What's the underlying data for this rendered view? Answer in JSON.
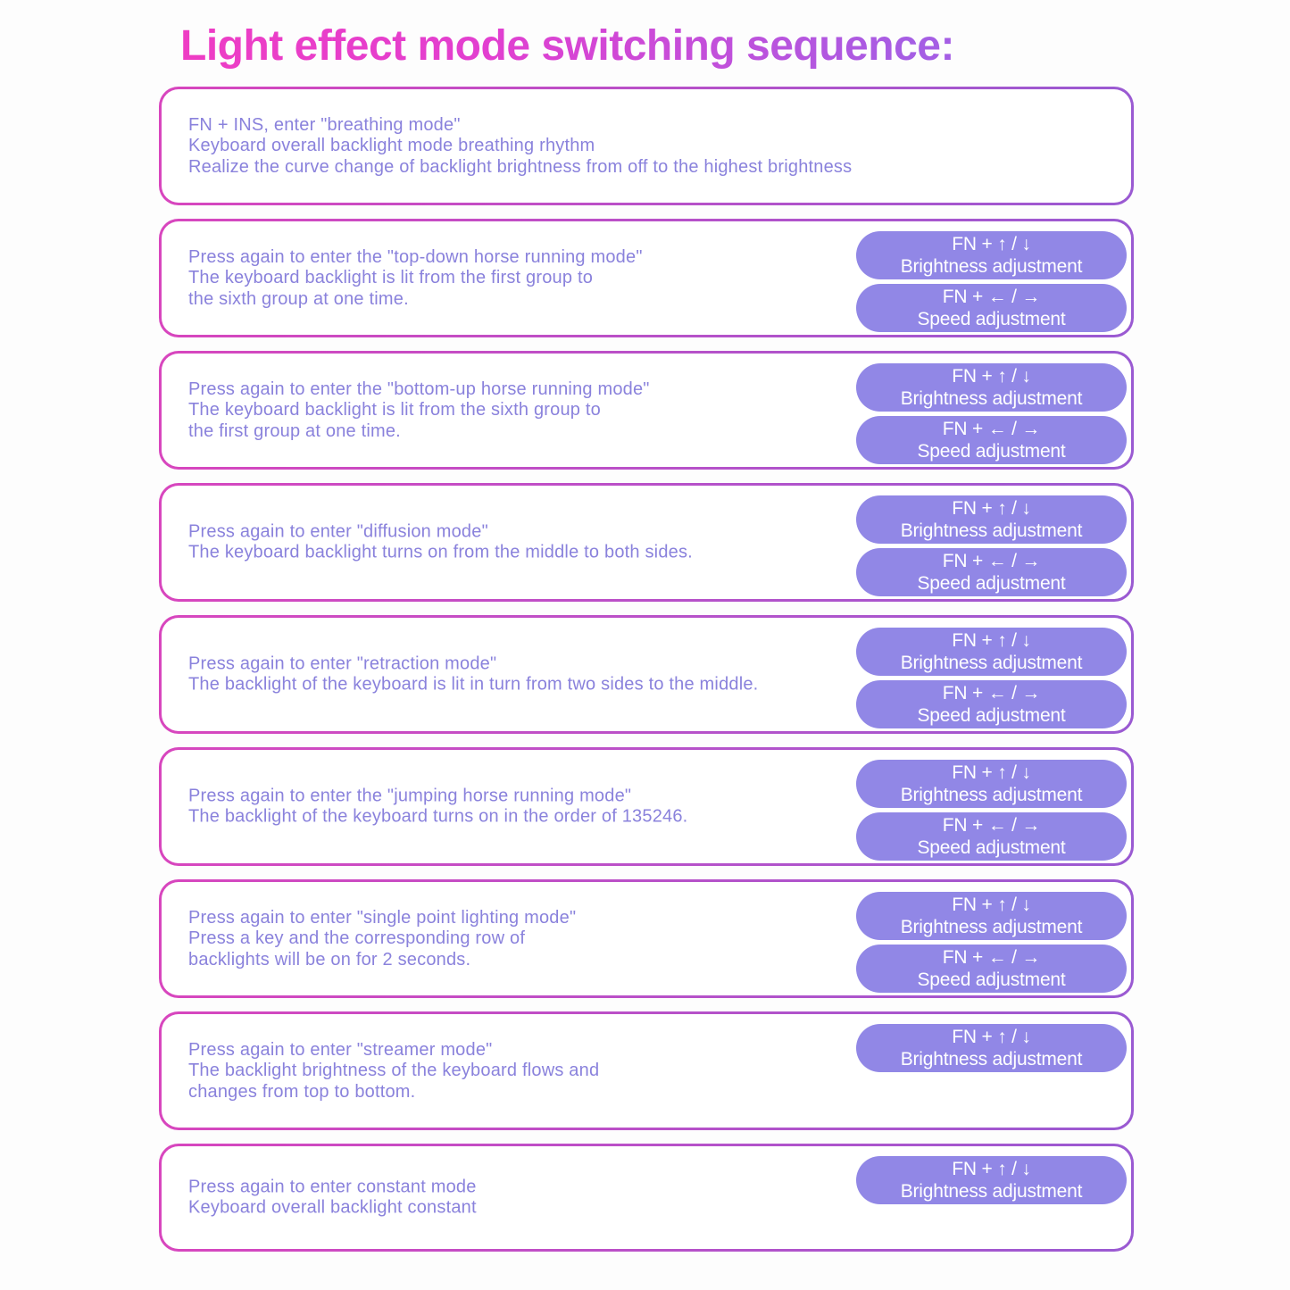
{
  "page": {
    "title": "Light effect mode switching sequence:"
  },
  "colors": {
    "page_background": "#fdfdfd",
    "box_background": "#ffffff",
    "title_gradient_left": "#ee3dc4",
    "title_gradient_right": "#a55ee4",
    "border_gradient_left": "#d846be",
    "border_gradient_right": "#9a5ad2",
    "body_text": "#8a82dc",
    "pill_background": "#9187e6",
    "pill_text": "#ffffff"
  },
  "pill_defs": {
    "brightness": {
      "keys": "FN + ↑ / ↓",
      "label": "Brightness adjustment"
    },
    "speed": {
      "keys": "FN + ← / →",
      "label": "Speed adjustment"
    }
  },
  "boxes": [
    {
      "name": "breathing-mode",
      "lines": [
        "FN + INS, enter \"breathing mode\"",
        "Keyboard overall backlight mode breathing rhythm",
        "Realize the curve change of backlight brightness from off to the highest brightness"
      ],
      "pills": []
    },
    {
      "name": "top-down-horse-running-mode",
      "lines": [
        "Press again to enter the \"top-down horse running mode\"",
        "The keyboard backlight is lit from the first group to",
        "the sixth group at one time."
      ],
      "pills": [
        "brightness",
        "speed"
      ]
    },
    {
      "name": "bottom-up-horse-running-mode",
      "lines": [
        "Press again to enter the \"bottom-up horse running mode\"",
        "The keyboard backlight is lit from the sixth group to",
        "the first group at one time."
      ],
      "pills": [
        "brightness",
        "speed"
      ]
    },
    {
      "name": "diffusion-mode",
      "lines": [
        "Press again to enter \"diffusion mode\"",
        "The keyboard backlight turns on from the middle to both sides."
      ],
      "pills": [
        "brightness",
        "speed"
      ]
    },
    {
      "name": "retraction-mode",
      "lines": [
        "Press again to enter \"retraction mode\"",
        "The backlight of the keyboard is lit in turn from two sides to the middle."
      ],
      "pills": [
        "brightness",
        "speed"
      ]
    },
    {
      "name": "jumping-horse-running-mode",
      "lines": [
        "Press again to enter the \"jumping horse running mode\"",
        "The backlight of the keyboard turns on in the order of 135246."
      ],
      "pills": [
        "brightness",
        "speed"
      ]
    },
    {
      "name": "single-point-lighting-mode",
      "lines": [
        "Press again to enter \"single point lighting mode\"",
        "Press a key and the corresponding row of",
        "backlights will be on for 2 seconds."
      ],
      "pills": [
        "brightness",
        "speed"
      ]
    },
    {
      "name": "streamer-mode",
      "lines": [
        "Press again to enter \"streamer mode\"",
        "The backlight brightness of the keyboard flows and",
        "changes from top to bottom."
      ],
      "pills": [
        "brightness"
      ]
    },
    {
      "name": "constant-mode",
      "lines": [
        "Press again to enter constant mode",
        "Keyboard overall backlight constant"
      ],
      "pills": [
        "brightness"
      ]
    }
  ]
}
